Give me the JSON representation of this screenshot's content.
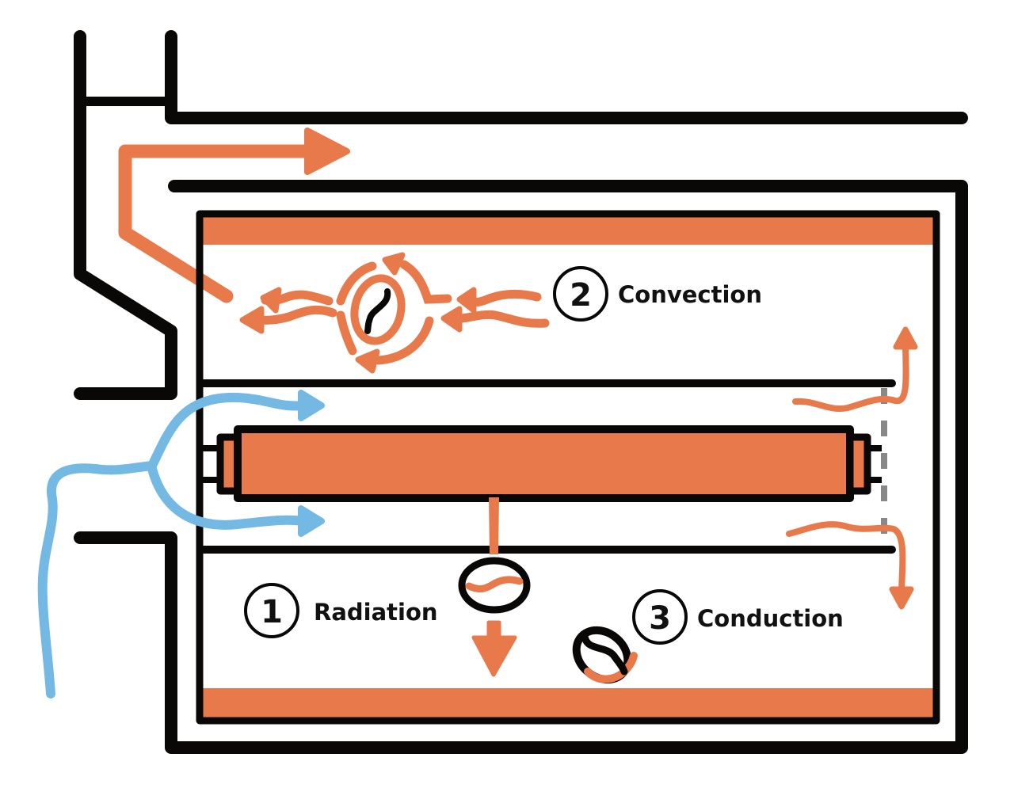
{
  "diagram": {
    "title": "Coffee roaster heat transfer modes",
    "colors": {
      "heat": "#E8794A",
      "air": "#74B9E3",
      "wall": "#0A0707",
      "perforation": "#888888",
      "background": "#FFFFFF"
    },
    "labels": [
      {
        "id": "radiation",
        "number": "1",
        "text": "Radiation"
      },
      {
        "id": "convection",
        "number": "2",
        "text": "Convection"
      },
      {
        "id": "conduction",
        "number": "3",
        "text": "Conduction"
      }
    ],
    "components": {
      "drum": "roasting-drum",
      "heater": "heating-element",
      "exhaust": "exhaust-chimney",
      "air_inlet": "cold-air-inlet",
      "bean_icon": "coffee-bean-icon"
    }
  }
}
